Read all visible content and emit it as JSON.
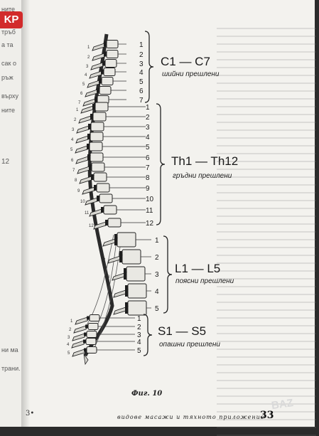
{
  "watermark_top": "KP",
  "watermark_bottom": "BAZ",
  "left_fragments": [
    "ните",
    "тръб",
    "а та",
    "сак о",
    "ръж",
    "върху",
    "ните",
    "12",
    "ни ма",
    "трани."
  ],
  "cervical": {
    "range": "C1 — C7",
    "desc": "шийни прешлени",
    "numbers": [
      "1",
      "2",
      "3",
      "4",
      "5",
      "6",
      "7"
    ]
  },
  "thoracic": {
    "range": "Th1 — Th12",
    "desc": "гръдни прешлени",
    "numbers": [
      "1",
      "2",
      "3",
      "4",
      "5",
      "6",
      "7",
      "8",
      "9",
      "10",
      "11",
      "12"
    ]
  },
  "lumbar": {
    "range": "L1 — L5",
    "desc": "поясни прешлени",
    "numbers": [
      "1",
      "2",
      "3",
      "4",
      "5"
    ]
  },
  "sacral": {
    "range": "S1 — S5",
    "desc": "опашни прешлени",
    "numbers": [
      "1",
      "2",
      "3",
      "4",
      "5"
    ]
  },
  "caption": "Фиг. 10",
  "footer_text": "видове масажи и тяхното приложение",
  "page_number": "33",
  "left_mark": "3•"
}
